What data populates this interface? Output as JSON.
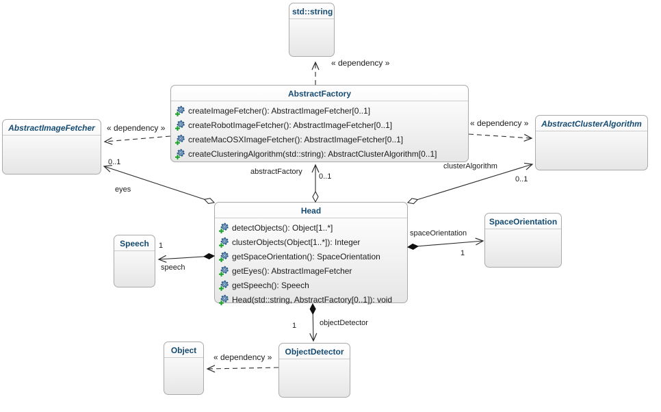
{
  "colors": {
    "class_title": "#154b72",
    "edge_line": "#2a2a2a",
    "box_border": "#a9a9a9",
    "box_fill_top": "#ffffff",
    "box_fill_bottom": "#e6e6e6",
    "method_icon_gear": "#7d9fc6",
    "method_icon_plus": "#1fa32e"
  },
  "classes": {
    "std_string": {
      "name": "std::string",
      "abstract": false,
      "methods": []
    },
    "abstract_factory": {
      "name": "AbstractFactory",
      "abstract": false,
      "methods": [
        "createImageFetcher(): AbstractImageFetcher[0..1]",
        "createRobotImageFetcher(): AbstractImageFetcher[0..1]",
        "createMacOSXImageFetcher(): AbstractImageFetcher[0..1]",
        "createClusteringAlgorithm(std::string): AbstractClusterAlgorithm[0..1]"
      ]
    },
    "abstract_image_fetcher": {
      "name": "AbstractImageFetcher",
      "abstract": true,
      "methods": []
    },
    "abstract_cluster_algorithm": {
      "name": "AbstractClusterAlgorithm",
      "abstract": true,
      "methods": []
    },
    "head": {
      "name": "Head",
      "abstract": false,
      "methods": [
        "detectObjects(): Object[1..*]",
        "clusterObjects(Object[1..*]): Integer",
        "getSpaceOrientation(): SpaceOrientation",
        "getEyes(): AbstractImageFetcher",
        "getSpeech(): Speech",
        "Head(std::string, AbstractFactory[0..1]): void"
      ]
    },
    "speech": {
      "name": "Speech",
      "abstract": false,
      "methods": []
    },
    "space_orientation": {
      "name": "SpaceOrientation",
      "abstract": false,
      "methods": []
    },
    "object": {
      "name": "Object",
      "abstract": false,
      "methods": []
    },
    "object_detector": {
      "name": "ObjectDetector",
      "abstract": false,
      "methods": []
    }
  },
  "edges": {
    "factory_to_string": {
      "stereotype": "« dependency »"
    },
    "factory_to_image_fetcher": {
      "stereotype": "« dependency »"
    },
    "factory_to_cluster_algorithm": {
      "stereotype": "« dependency »"
    },
    "detector_to_object": {
      "stereotype": "« dependency »"
    },
    "head_abstract_factory": {
      "role": "abstractFactory",
      "multiplicity": "0..1"
    },
    "head_eyes": {
      "role": "eyes",
      "multiplicity": "0..1"
    },
    "head_cluster_algorithm": {
      "role": "clusterAlgorithm",
      "multiplicity": "0..1"
    },
    "head_speech": {
      "role": "speech",
      "multiplicity": "1"
    },
    "head_space_orientation": {
      "role": "spaceOrientation",
      "multiplicity": "1"
    },
    "head_object_detector": {
      "role": "objectDetector",
      "multiplicity": "1"
    }
  }
}
